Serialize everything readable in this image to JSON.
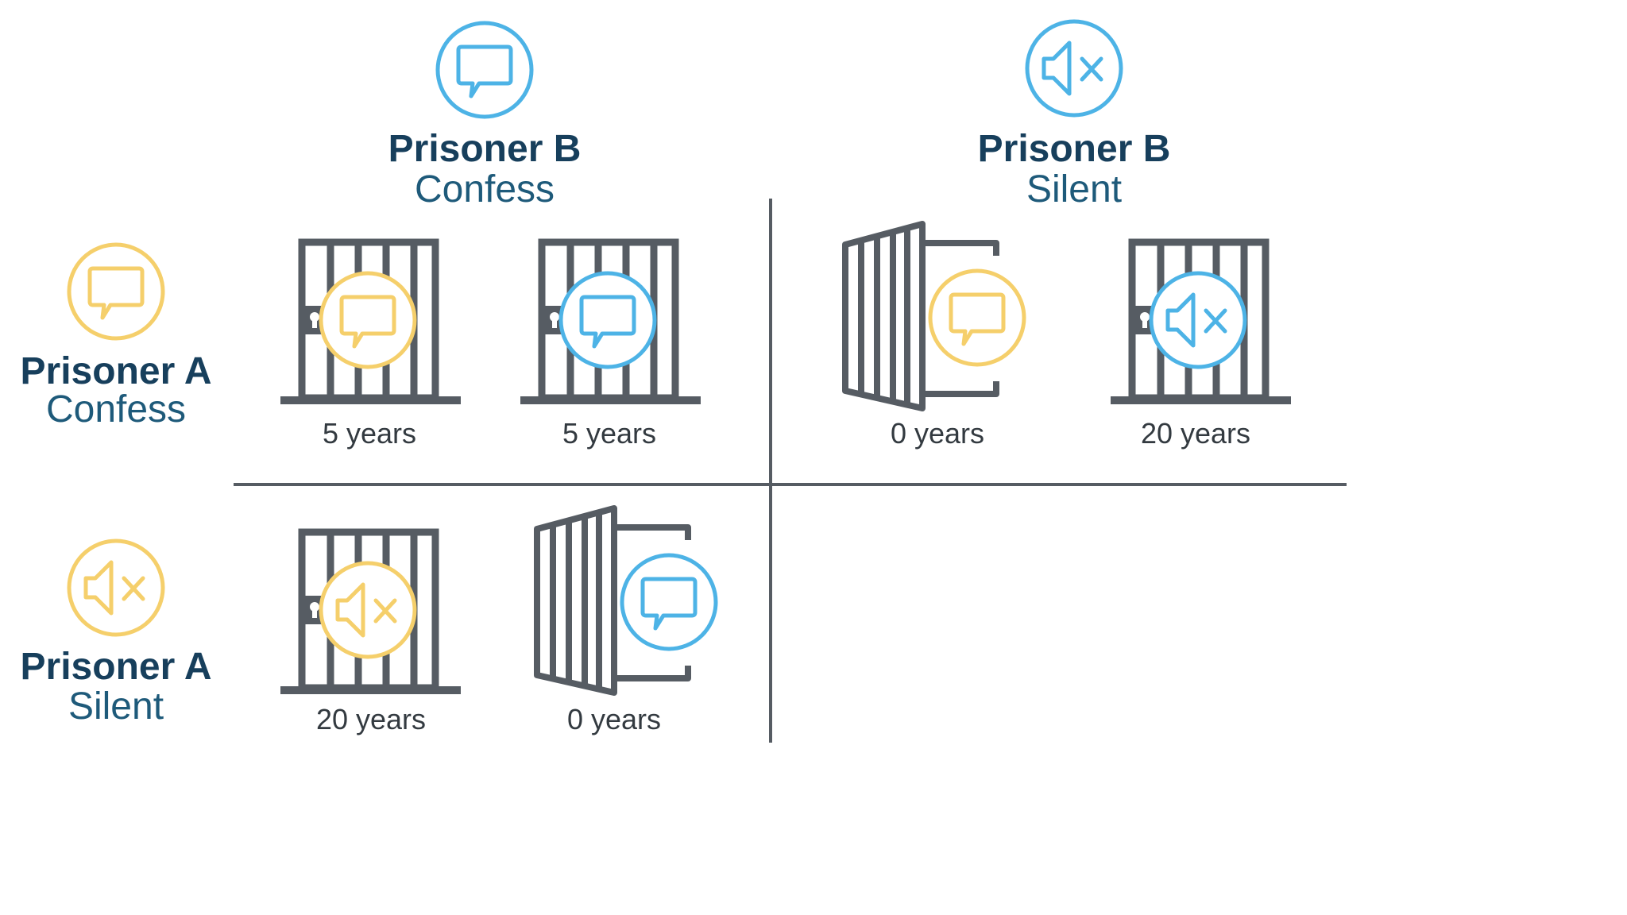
{
  "colors": {
    "prisoner_a": "#f5cf6b",
    "prisoner_b": "#4db3e6",
    "cell": "#565c63",
    "grid_line": "#565c63",
    "title": "#173f5c",
    "subtitle": "#1e5a7a",
    "years_text": "#333a40"
  },
  "columns": [
    {
      "title": "Prisoner B",
      "choice": "Confess",
      "icon": "speech-bubble-icon"
    },
    {
      "title": "Prisoner B",
      "choice": "Silent",
      "icon": "muted-speaker-icon"
    }
  ],
  "rows": [
    {
      "title": "Prisoner A",
      "choice": "Confess",
      "icon": "speech-bubble-icon"
    },
    {
      "title": "Prisoner A",
      "choice": "Silent",
      "icon": "muted-speaker-icon"
    }
  ],
  "outcomes": [
    {
      "row": 0,
      "col": 0,
      "prisoner_a": {
        "sentence": "5 years",
        "cell": "closed-jail-icon",
        "icon": "speech-bubble-icon"
      },
      "prisoner_b": {
        "sentence": "5 years",
        "cell": "closed-jail-icon",
        "icon": "speech-bubble-icon"
      }
    },
    {
      "row": 0,
      "col": 1,
      "prisoner_a": {
        "sentence": "0 years",
        "cell": "open-jail-icon",
        "icon": "speech-bubble-icon"
      },
      "prisoner_b": {
        "sentence": "20 years",
        "cell": "closed-jail-icon",
        "icon": "muted-speaker-icon"
      }
    },
    {
      "row": 1,
      "col": 0,
      "prisoner_a": {
        "sentence": "20 years",
        "cell": "closed-jail-icon",
        "icon": "muted-speaker-icon"
      },
      "prisoner_b": {
        "sentence": "0 years",
        "cell": "open-jail-icon",
        "icon": "speech-bubble-icon"
      }
    }
  ]
}
